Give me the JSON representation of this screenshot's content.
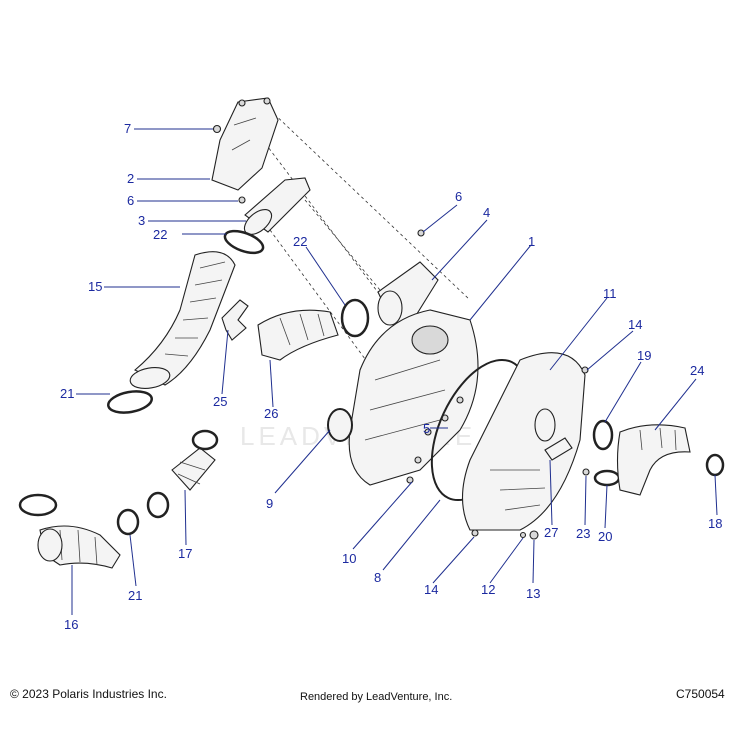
{
  "callouts": {
    "c1": "1",
    "c2": "2",
    "c3": "3",
    "c4": "4",
    "c5": "5",
    "c6a": "6",
    "c6b": "6",
    "c7": "7",
    "c8": "8",
    "c9": "9",
    "c10": "10",
    "c11": "11",
    "c12": "12",
    "c13": "13",
    "c14a": "14",
    "c14b": "14",
    "c15": "15",
    "c16": "16",
    "c17": "17",
    "c18": "18",
    "c19": "19",
    "c20": "20",
    "c21a": "21",
    "c21b": "21",
    "c22a": "22",
    "c22b": "22",
    "c23": "23",
    "c24": "24",
    "c25": "25",
    "c26": "26",
    "c27": "27"
  },
  "watermark": "LEADVENTURE",
  "footer": {
    "copyright": "© 2023 Polaris Industries Inc.",
    "rendered_by": "Rendered by LeadVenture, Inc.",
    "diagram_code": "C750054"
  },
  "colors": {
    "callout": "#1c2aa0",
    "outline": "#222222"
  }
}
